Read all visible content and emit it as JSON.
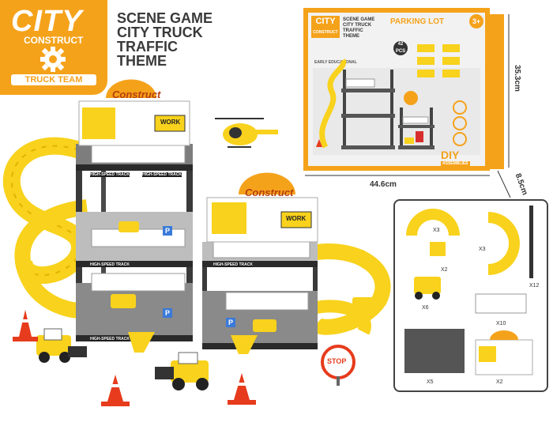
{
  "logo": {
    "title": "CITY",
    "subtitle": "CONSTRUCT",
    "team": "TRUCK TEAM"
  },
  "headline": {
    "line1": "SCENE GAME",
    "line2": "CITY TRUCK",
    "line3": "TRAFFIC",
    "line4": "THEME"
  },
  "box": {
    "brand_city": "CITY",
    "brand_construct": "CONSTRUCT",
    "title_lines": [
      "SCENE GAME",
      "CITY TRUCK",
      "TRAFFIC",
      "THEME"
    ],
    "name": "PARKING LOT",
    "age": "3+",
    "pieces": "42",
    "pieces_unit": "PCS",
    "education": "EARLY EDUCATIONAL",
    "diy": "DIY",
    "assembly": "ASSEMBLIES"
  },
  "dimensions": {
    "width": "44.6cm",
    "height": "35.3cm",
    "depth": "8.5cm"
  },
  "playset": {
    "construct_sign": "Construct",
    "work_sign": "WORK",
    "track_label": "HIGH-SPEED TRACK",
    "stop_sign": "STOP",
    "parking_symbol": "P"
  },
  "parts": [
    {
      "name": "curved-track",
      "qty": "X3"
    },
    {
      "name": "curved-ramp",
      "qty": "X3"
    },
    {
      "name": "connector",
      "qty": "X2"
    },
    {
      "name": "pillar",
      "qty": "X12"
    },
    {
      "name": "truck",
      "qty": "X6"
    },
    {
      "name": "fence",
      "qty": "X10"
    },
    {
      "name": "floor-plate",
      "qty": "X5"
    },
    {
      "name": "sign-board",
      "qty": "X2"
    }
  ],
  "colors": {
    "brand": "#f5a21b",
    "yellow": "#f8d21c",
    "dark": "#3a3a3a"
  }
}
